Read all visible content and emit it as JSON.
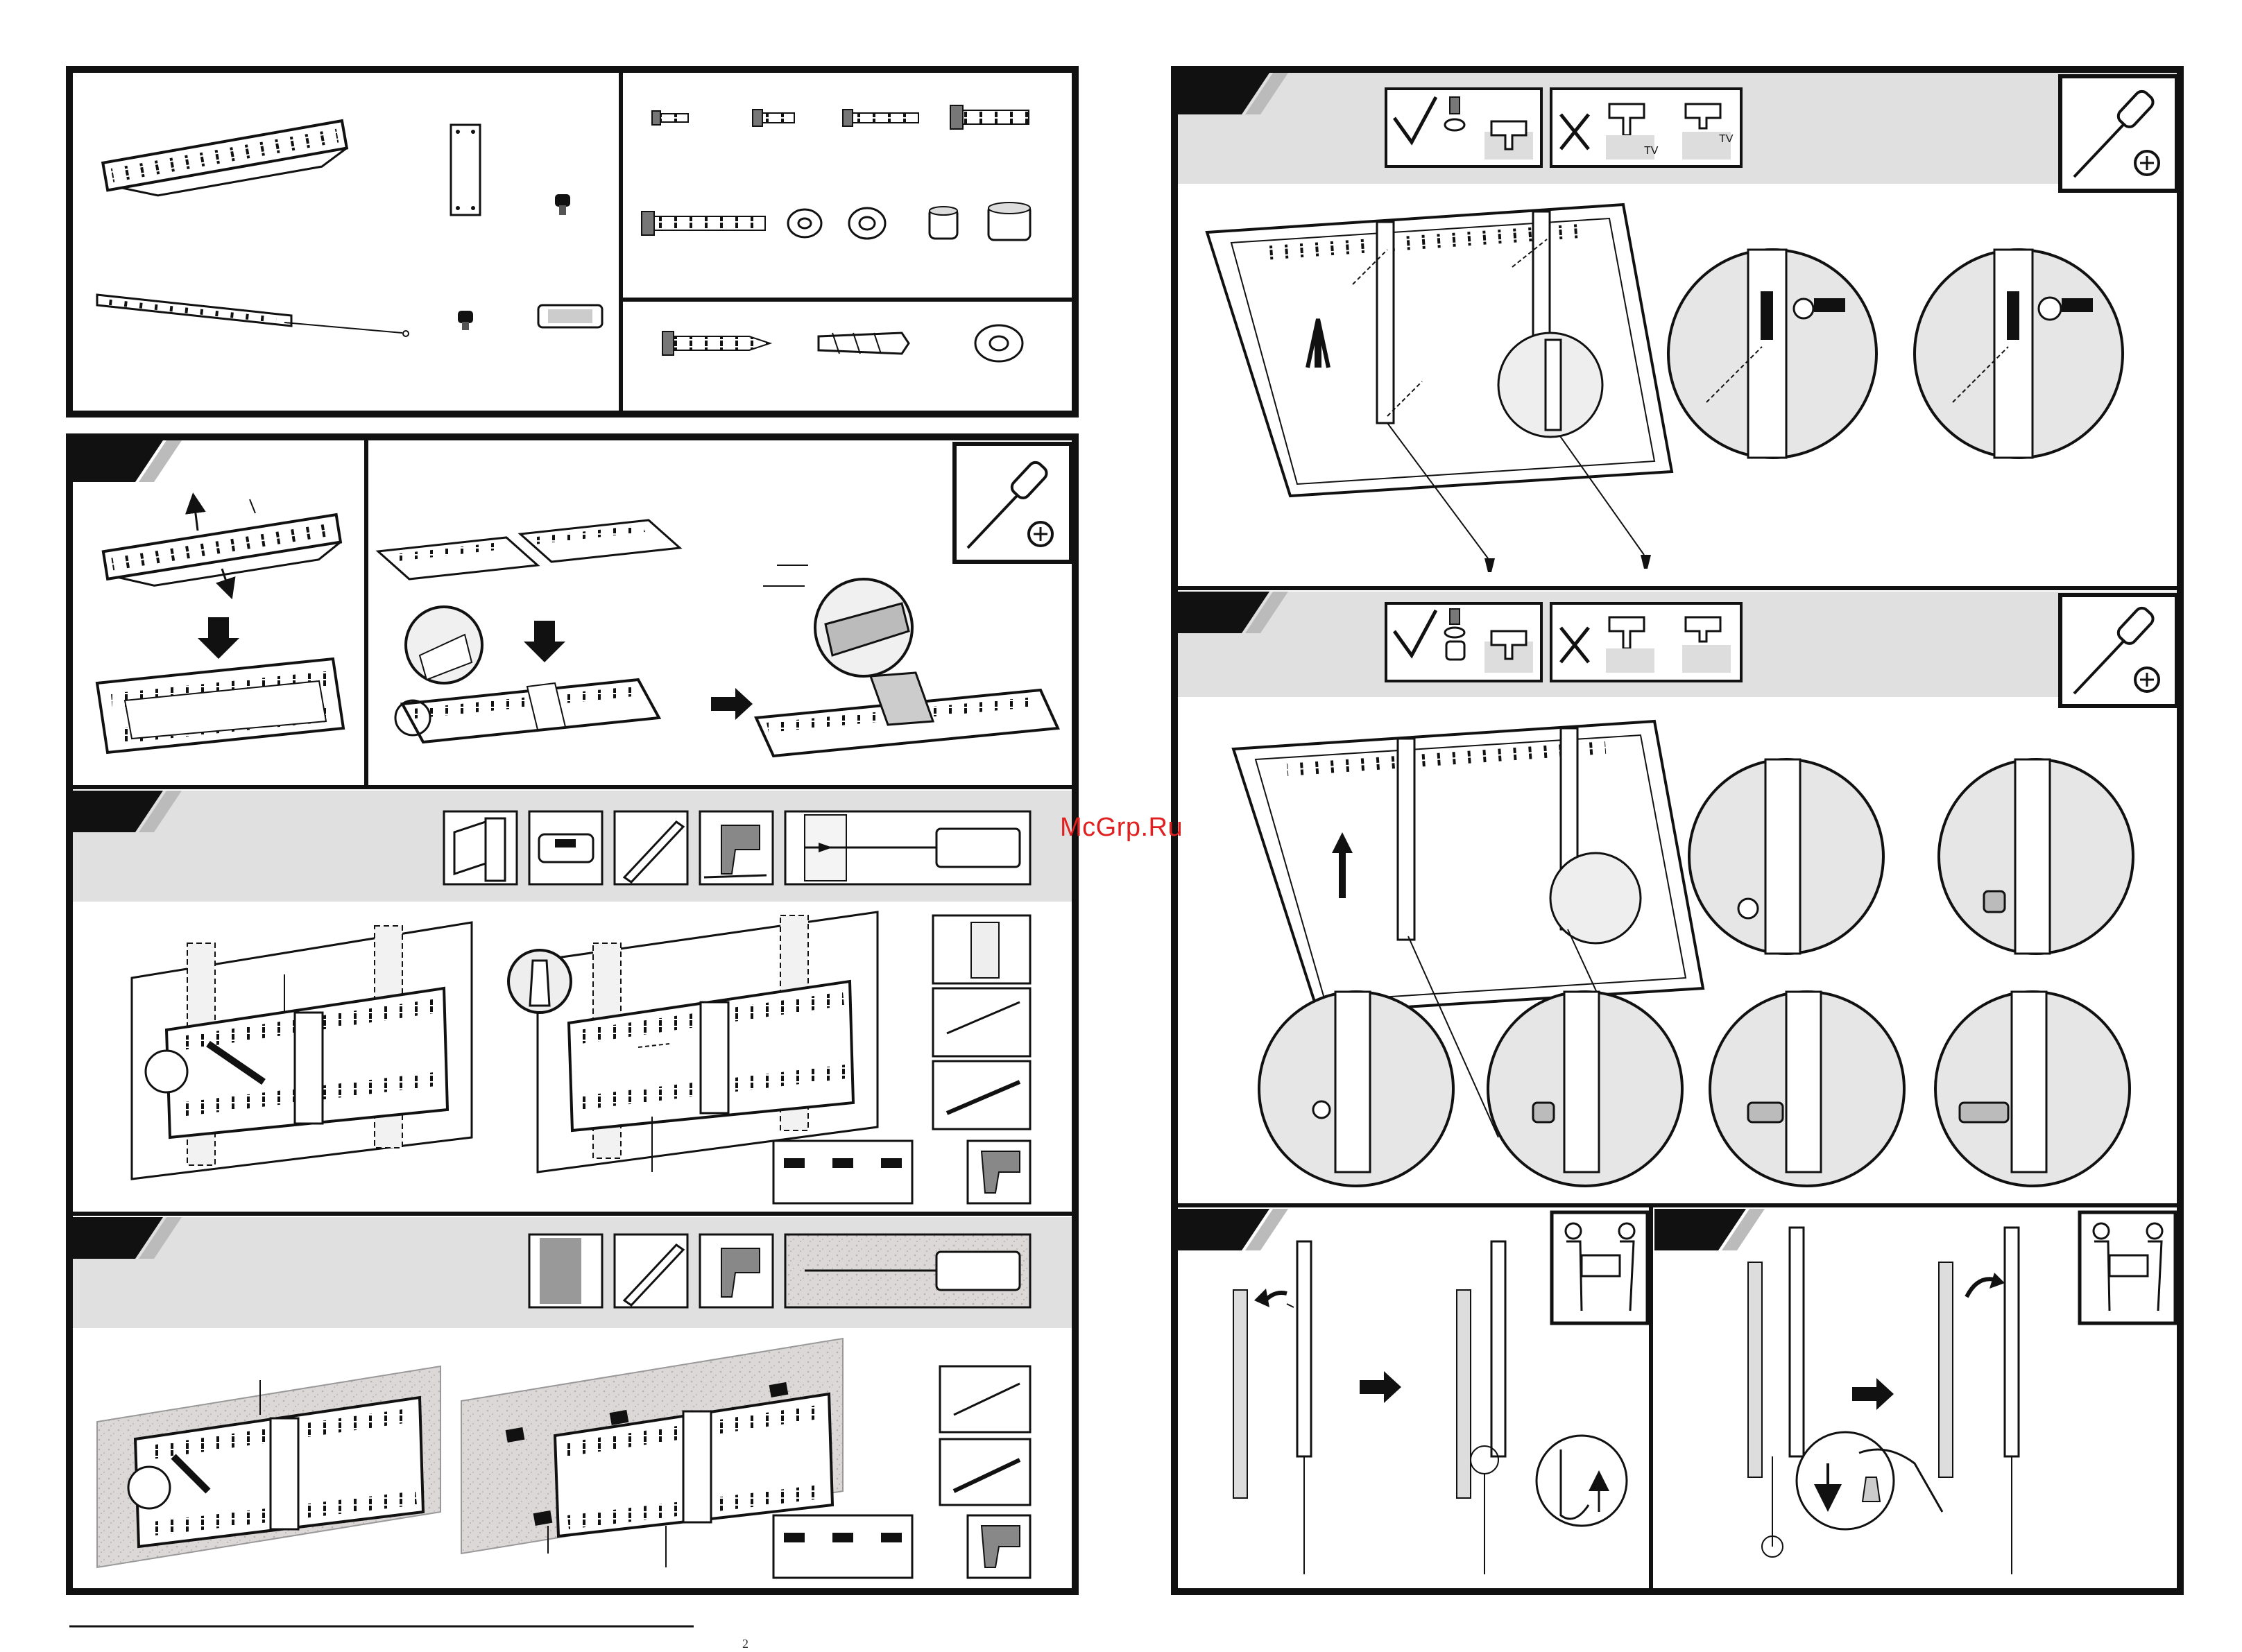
{
  "watermark": "McGrp.Ru",
  "page_number": "2",
  "icons": {
    "correct": "check-mark-icon",
    "incorrect": "cross-mark-icon",
    "screwdriver": "phillips-screwdriver-icon",
    "phillips": "phillips-head-icon",
    "two_person": "two-person-lift-icon",
    "drill": "power-drill-icon",
    "pencil": "pencil-icon",
    "level": "spirit-level-icon",
    "stud_finder": "stud-finder-icon",
    "arrow_right": "arrow-right-icon",
    "arrow_down": "arrow-down-icon",
    "arrow_up": "arrow-up-icon"
  },
  "tv_labels": {
    "a": "TV",
    "b": "TV"
  },
  "colors": {
    "ink": "#111111",
    "header_band": "#e0e0e0",
    "masonry": "#d9d6d6",
    "watermark": "#e02020"
  }
}
